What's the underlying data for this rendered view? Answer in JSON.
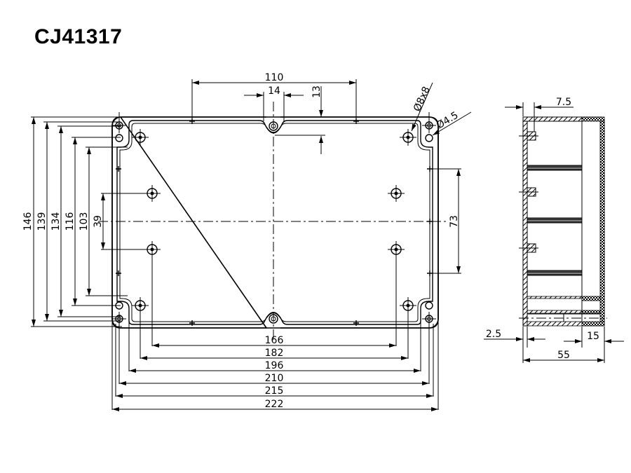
{
  "title": "CJ41317",
  "top_view": {
    "dims_top": {
      "overall_bosses": "110",
      "slot_width": "14",
      "slot_depth": "13"
    },
    "dims_holes": {
      "boss_dia": "Ø8x8",
      "mount_dia": "Ø4.5"
    },
    "dims_left": [
      "146",
      "139",
      "134",
      "116",
      "103",
      "39"
    ],
    "dims_right": [
      "73"
    ],
    "dims_bottom": [
      "166",
      "182",
      "196",
      "210",
      "215",
      "222"
    ]
  },
  "side_view": {
    "wall_top": "7.5",
    "wall_thickness": "2.5",
    "lid_depth": "15",
    "overall_height": "55"
  }
}
